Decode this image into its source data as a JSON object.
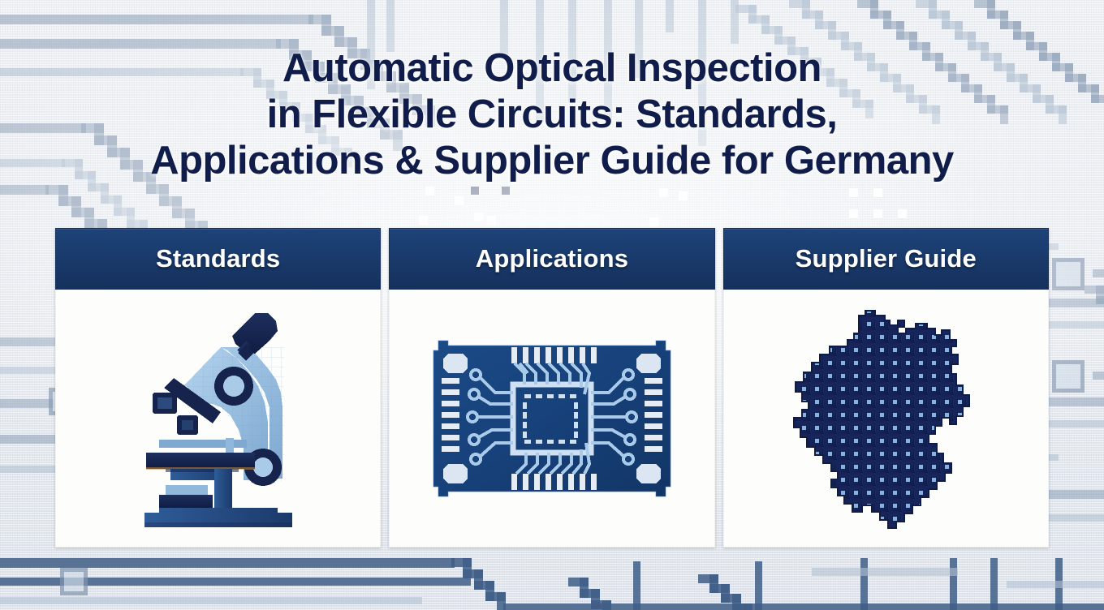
{
  "page": {
    "title": "Automatic Optical Inspection\nin Flexible Circuits: Standards,\nApplications & Supplier Guide for Germany",
    "title_lines": [
      "Automatic Optical Inspection",
      "in Flexible Circuits: Standards,",
      "Applications & Supplier Guide for Germany"
    ],
    "background_theme": "circuit-board-traces"
  },
  "colors": {
    "title_text": "#101c4a",
    "header_bar": "#19396a",
    "header_text": "#ffffff",
    "card_background": "#fdfdfb",
    "icon_dark_navy": "#16255a",
    "icon_mid_blue": "#2d5a9c",
    "icon_light_blue": "#9ec6e8",
    "page_background": "#e7ebf0",
    "trace_blue": "#5d7695"
  },
  "cards": [
    {
      "id": "standards",
      "label": "Standards",
      "icon": "microscope-icon"
    },
    {
      "id": "applications",
      "label": "Applications",
      "icon": "pcb-chip-icon"
    },
    {
      "id": "supplier-guide",
      "label": "Supplier Guide",
      "icon": "germany-map-icon"
    }
  ]
}
